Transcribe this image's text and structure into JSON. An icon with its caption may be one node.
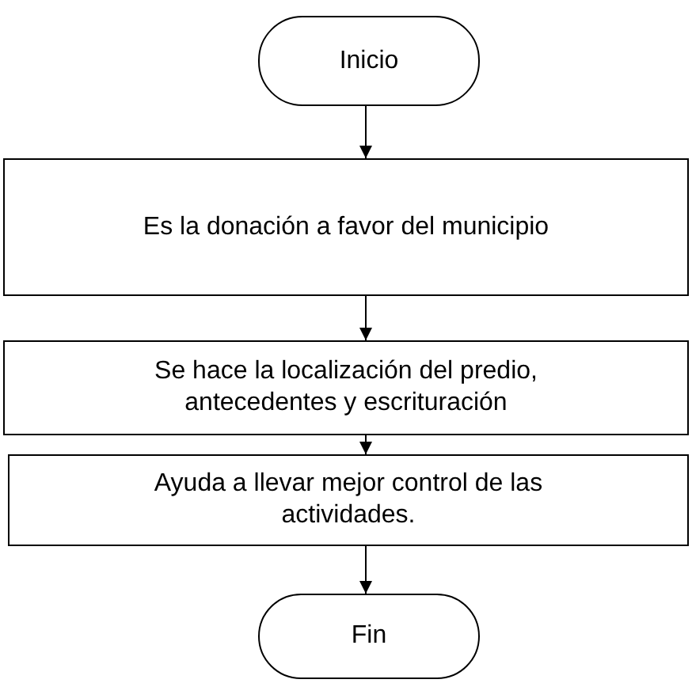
{
  "diagram": {
    "nodes": [
      {
        "text": [
          "Inicio"
        ]
      },
      {
        "text": [
          "Es la donación a favor del municipio"
        ]
      },
      {
        "text": [
          "Se hace la localización del predio, antecedentes y escrituración"
        ]
      },
      {
        "text": [
          "Ayuda a llevar mejor control de las actividades."
        ]
      },
      {
        "text": [
          "Fin"
        ]
      }
    ],
    "edges": [
      {
        "from": 0,
        "to": 1,
        "arrow": "to"
      },
      {
        "from": 1,
        "to": 2,
        "arrow": "to"
      },
      {
        "from": 2,
        "to": 3,
        "arrow": "to"
      },
      {
        "from": 3,
        "to": 4,
        "arrow": "to"
      }
    ]
  }
}
